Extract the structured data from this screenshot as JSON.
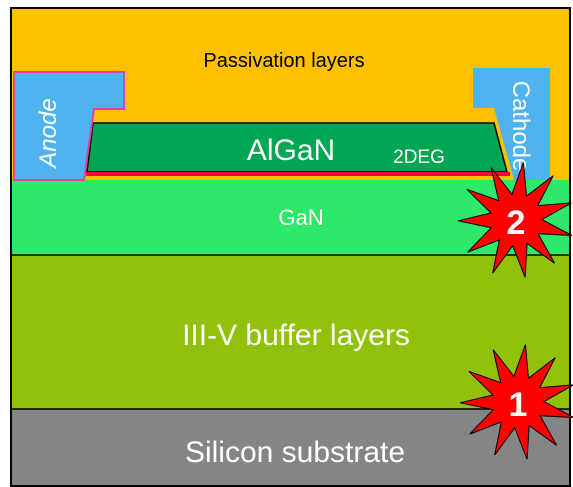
{
  "layers": {
    "passivation": "Passivation layers",
    "algan": "AlGaN",
    "twodeg": "2DEG",
    "gan": "GaN",
    "buffer": "III-V buffer layers",
    "substrate": "Silicon substrate"
  },
  "contacts": {
    "anode": "Anode",
    "cathode": "Cathode"
  },
  "markers": {
    "marker_1": "1",
    "marker_2": "2"
  },
  "colors": {
    "passivation": "#FFC000",
    "contact": "#4FB3F0",
    "algan": "#00A651",
    "twodeg_line": "#FF0040",
    "gan": "#2EE86A",
    "buffer": "#92C10B",
    "substrate": "#858585",
    "burst": "#FF0000",
    "outline": "#000000"
  }
}
